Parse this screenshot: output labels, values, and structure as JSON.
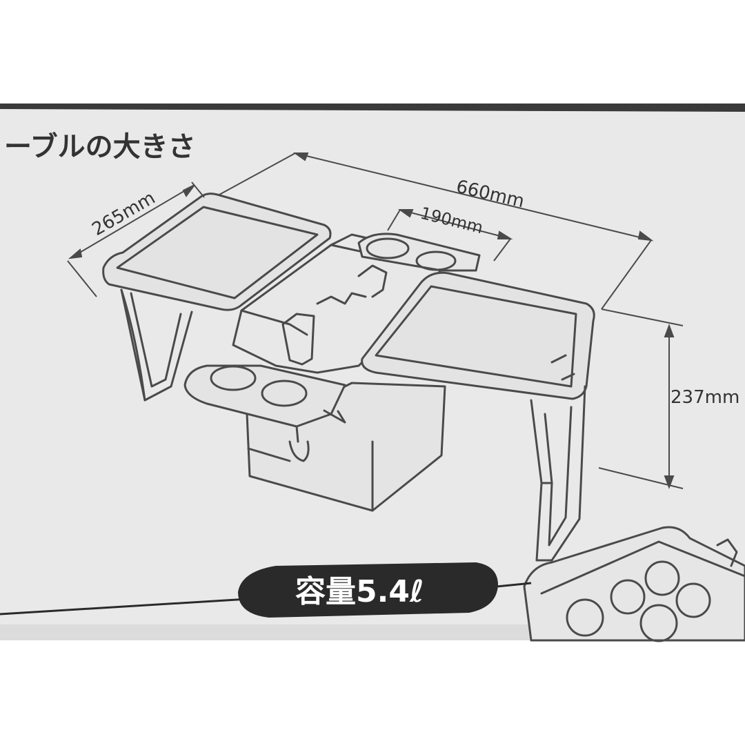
{
  "section_title": "ーブルの大きさ",
  "dimensions": {
    "depth": "265mm",
    "total_width": "660mm",
    "tray_width": "190mm",
    "height": "237mm"
  },
  "capacity_badge": "容量5.4ℓ",
  "colors": {
    "photo_background": "#ffffff",
    "paper": "#eaeaea",
    "paper_top": "#d9d9d9",
    "line": "#4a4a4a",
    "badge": "#2a2a2a",
    "badge_text": "#ffffff"
  }
}
